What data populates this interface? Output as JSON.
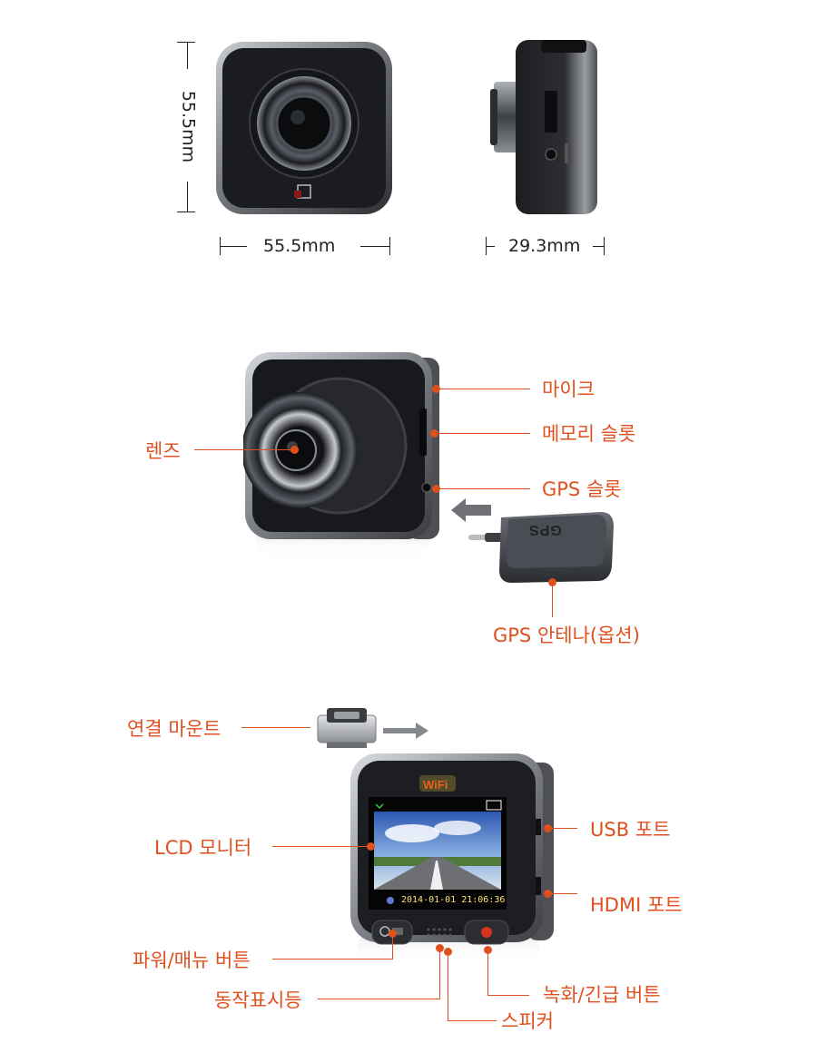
{
  "dimensions": {
    "height": "55.5mm",
    "width": "55.5mm",
    "depth": "29.3mm"
  },
  "labels": {
    "mic": "마이크",
    "lens": "렌즈",
    "memory_slot": "메모리 슬롯",
    "gps_slot": "GPS 슬롯",
    "gps_antenna": "GPS 안테나(옵션)",
    "mount": "연결 마운트",
    "lcd": "LCD 모니터",
    "usb": "USB 포트",
    "hdmi": "HDMI 포트",
    "power_menu": "파워/매뉴 버튼",
    "status_led": "동작표시등",
    "record_button": "녹화/긴급 버튼",
    "speaker": "스피커"
  },
  "screen": {
    "datetime": "2014-01-01  21:06:36",
    "badge": "WiFi",
    "antenna_text": "GPS"
  },
  "colors": {
    "accent": "#e0501e",
    "device_body": "#2a2a2c",
    "device_frame": "#8a8d92"
  }
}
